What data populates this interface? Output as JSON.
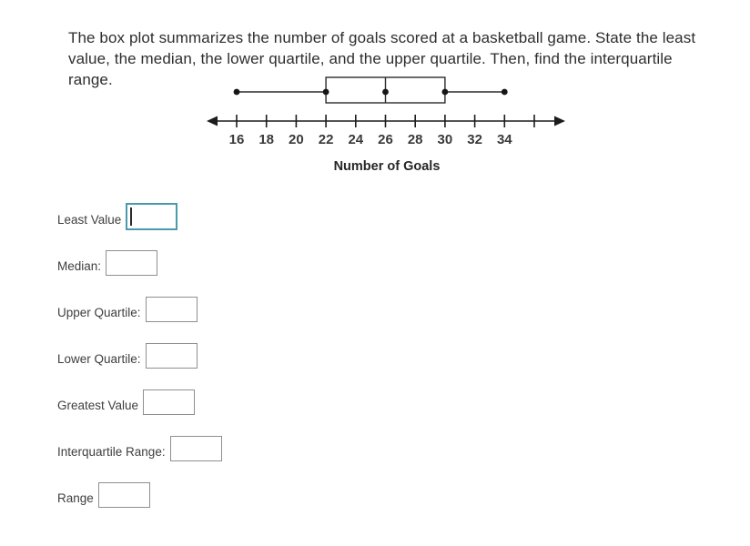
{
  "question": {
    "text": "The box plot summarizes the number of goals scored at a basketball game. State the least value, the median, the lower quartile, and the upper quartile. Then, find the interquartile range."
  },
  "chart_data": {
    "type": "boxplot",
    "title": "",
    "xlabel": "Number of Goals",
    "least_value": 16,
    "lower_quartile": 22,
    "median": 26,
    "upper_quartile": 30,
    "greatest_value": 34,
    "axis_ticks": [
      16,
      18,
      20,
      22,
      24,
      26,
      28,
      30,
      32,
      34
    ],
    "unlabeled_ticks": [
      36
    ],
    "axis_range": [
      14.5,
      36.5
    ],
    "grid": false,
    "orientation": "horizontal"
  },
  "form": {
    "fields": [
      {
        "label": "Least Value",
        "value": "",
        "focused": true
      },
      {
        "label": "Median:",
        "value": "",
        "focused": false
      },
      {
        "label": "Upper Quartile:",
        "value": "",
        "focused": false
      },
      {
        "label": "Lower Quartile:",
        "value": "",
        "focused": false
      },
      {
        "label": "Greatest Value",
        "value": "",
        "focused": false
      },
      {
        "label": "Interquartile Range:",
        "value": "",
        "focused": false
      },
      {
        "label": "Range",
        "value": "",
        "focused": false
      }
    ]
  },
  "colors": {
    "focus_border": "#4a9aae",
    "input_border": "#8f8f8f",
    "plot_stroke": "#2b2b2b",
    "dot_fill": "#161616",
    "text": "#2e2e2e"
  }
}
